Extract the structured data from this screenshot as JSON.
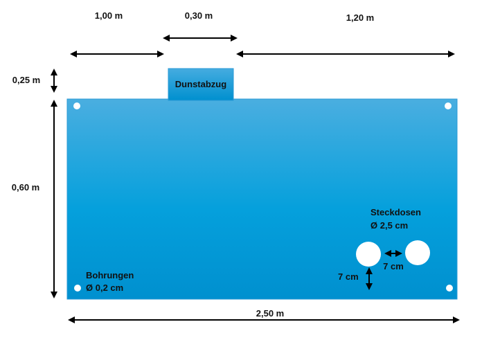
{
  "dimensions": {
    "top_left": "1,00 m",
    "top_hood": "0,30 m",
    "top_right": "1,20 m",
    "hood_height": "0,25 m",
    "panel_height": "0,60 m",
    "panel_width": "2,50 m"
  },
  "hood": {
    "label": "Dunstabzug"
  },
  "drill_holes": {
    "title": "Bohrungen",
    "diameter": "Ø 0,2 cm"
  },
  "sockets": {
    "title": "Steckdosen",
    "diameter": "Ø 2,5 cm",
    "spacing": "7 cm",
    "bottom_offset": "7 cm"
  },
  "colors": {
    "panel_top": "#4aaee0",
    "panel_bottom": "#0090cf",
    "hood": "#1a9ad6"
  }
}
